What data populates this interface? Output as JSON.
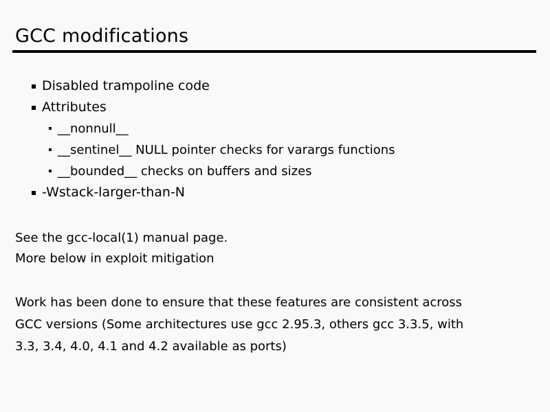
{
  "slide": {
    "title": "GCC modifications",
    "background_color": "#f7faf7",
    "text_color": "#000000",
    "rule_color": "#000000"
  },
  "bullets": [
    {
      "level": 1,
      "text": "Disabled trampoline code"
    },
    {
      "level": 1,
      "text": "Attributes"
    },
    {
      "level": 2,
      "text": "__nonnull__"
    },
    {
      "level": 2,
      "text": "__sentinel__ NULL pointer checks for varargs functions"
    },
    {
      "level": 2,
      "text": "__bounded__ checks on buffers and sizes"
    },
    {
      "level": 1,
      "text": "-Wstack-larger-than-N"
    }
  ],
  "notes": [
    "See the gcc-local(1) manual page.",
    "More below in exploit mitigation"
  ],
  "body": [
    "Work has been done to ensure that these features are consistent across",
    "GCC versions (Some architectures use gcc 2.95.3, others gcc 3.3.5, with",
    "3.3, 3.4, 4.0, 4.1 and 4.2 available as ports)"
  ]
}
